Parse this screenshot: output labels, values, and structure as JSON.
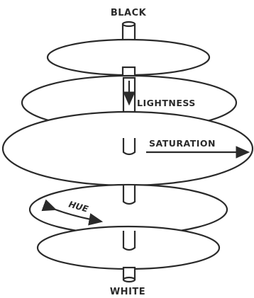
{
  "labels": {
    "top": "BLACK",
    "lightness": "LIGHTNESS",
    "saturation": "SATURATION",
    "hue": "HUE",
    "bottom": "WHITE"
  },
  "colors": {
    "ink": "#2a2a2a",
    "background": "#ffffff"
  }
}
